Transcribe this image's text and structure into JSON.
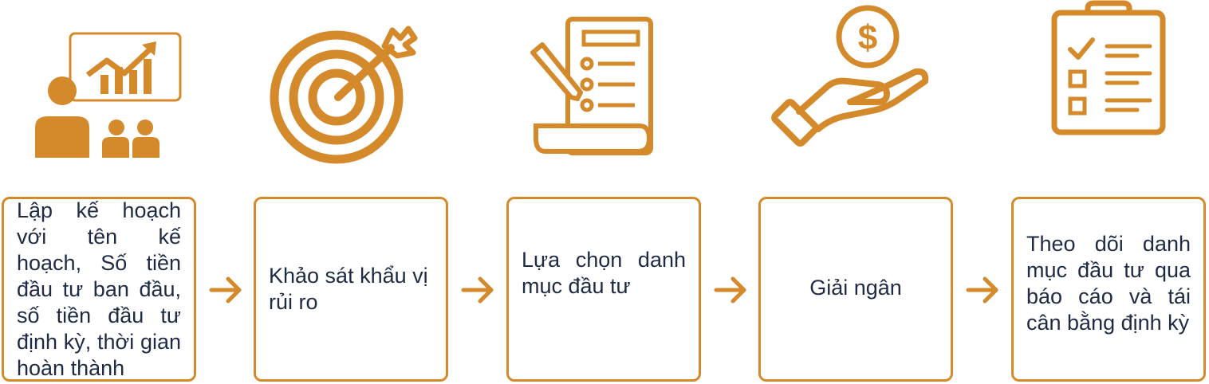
{
  "accent_color": "#d4892a",
  "text_color": "#1f2a44",
  "steps": [
    {
      "icon": "presentation-growth-icon",
      "label": "Lập kế hoạch với tên kế hoạch, Số tiền đầu tư ban đầu, số tiền đầu tư định kỳ, thời gian hoàn thành"
    },
    {
      "icon": "target-arrow-icon",
      "label": "Khảo sát khẩu vị rủi ro"
    },
    {
      "icon": "document-checklist-pencil-icon",
      "label": "Lựa chọn danh mục đầu tư"
    },
    {
      "icon": "hand-dollar-coin-icon",
      "label": "Giải ngân"
    },
    {
      "icon": "clipboard-checklist-icon",
      "label": "Theo dõi danh mục đầu tư qua báo cáo và tái cân bằng định kỳ"
    }
  ],
  "connector_icon": "arrow-right-icon"
}
